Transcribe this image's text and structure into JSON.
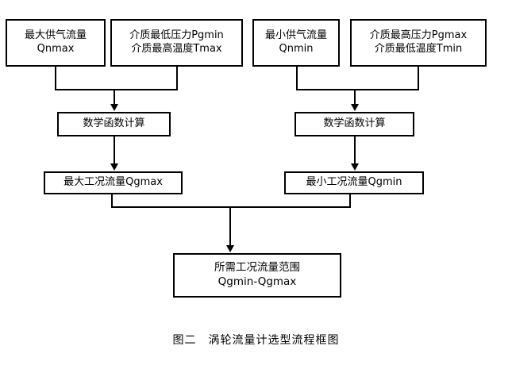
{
  "figure": {
    "caption": "图二　涡轮流量计选型流程框图"
  },
  "nodes": {
    "max_supply_flow": {
      "line1": "最大供气流量",
      "line2": "Qnmax"
    },
    "min_pressure_max_temp": {
      "line1": "介质最低压力Pgmin",
      "line2": "介质最高温度Tmax"
    },
    "min_supply_flow": {
      "line1": "最小供气流量",
      "line2": "Qnmin"
    },
    "max_pressure_min_temp": {
      "line1": "介质最高压力Pgmax",
      "line2": "介质最低温度Tmin"
    },
    "math_calc_left": {
      "line1": "数学函数计算"
    },
    "math_calc_right": {
      "line1": "数学函数计算"
    },
    "max_working_flow": {
      "line1": "最大工况流量Qgmax"
    },
    "min_working_flow": {
      "line1": "最小工况流量Qgmin"
    },
    "required_flow_range": {
      "line1": "所需工况流量范围",
      "line2": "Qgmin-Qgmax"
    }
  },
  "colors": {
    "stroke": "#000000",
    "fill": "#ffffff",
    "text": "#000000"
  }
}
